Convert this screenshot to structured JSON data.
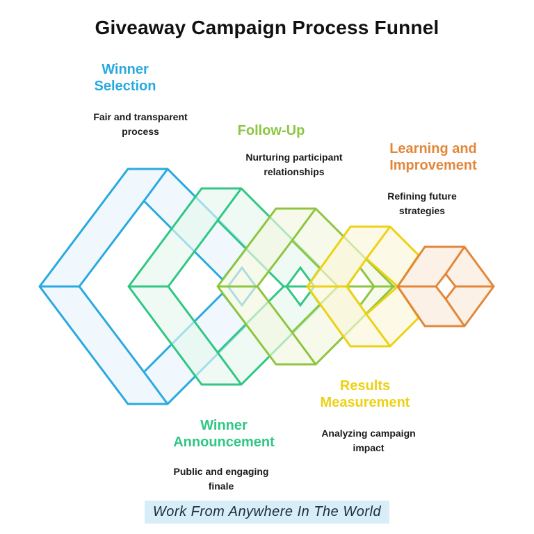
{
  "title": "Giveaway Campaign Process Funnel",
  "title_color": "#111111",
  "stages": [
    {
      "label": "Winner Selection",
      "description": "Fair and transparent process",
      "color": "#29A9E0",
      "fill": "#E9F5FC"
    },
    {
      "label": "Winner Announcement",
      "description": "Public and engaging finale",
      "color": "#2FC783",
      "fill": "#E6F7EF"
    },
    {
      "label": "Follow-Up",
      "description": "Nurturing participant relationships",
      "color": "#8CC63F",
      "fill": "#F2F8E0"
    },
    {
      "label": "Results Measurement",
      "description": "Analyzing campaign impact",
      "color": "#EDD112",
      "fill": "#FBF7D9"
    },
    {
      "label": "Learning and Improvement",
      "description": "Refining future strategies",
      "color": "#E2873A",
      "fill": "#FBEFE3"
    }
  ],
  "footer": {
    "text": "Work From Anywhere In The World",
    "highlight_color": "#D7EEF8",
    "text_color": "#1C2B3C"
  }
}
